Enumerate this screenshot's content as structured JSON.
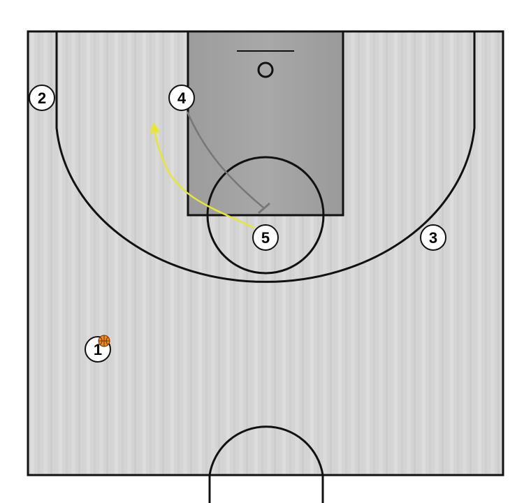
{
  "court": {
    "floor_color": "#d6d6d6",
    "paint_color": "#a3a3a3",
    "line_color": "#111111"
  },
  "players": [
    {
      "id": "player-1",
      "label": "1",
      "has_ball": true
    },
    {
      "id": "player-2",
      "label": "2",
      "has_ball": false
    },
    {
      "id": "player-3",
      "label": "3",
      "has_ball": false
    },
    {
      "id": "player-4",
      "label": "4",
      "has_ball": false
    },
    {
      "id": "player-5",
      "label": "5",
      "has_ball": false
    }
  ],
  "actions": [
    {
      "name": "screen-4-to-5",
      "type": "screen",
      "from": "4",
      "color": "#777777"
    },
    {
      "name": "cut-5",
      "type": "cut",
      "from": "5",
      "color": "#e6e633"
    }
  ],
  "ball": {
    "icon": "basketball-icon",
    "color": "#f08a1c"
  }
}
